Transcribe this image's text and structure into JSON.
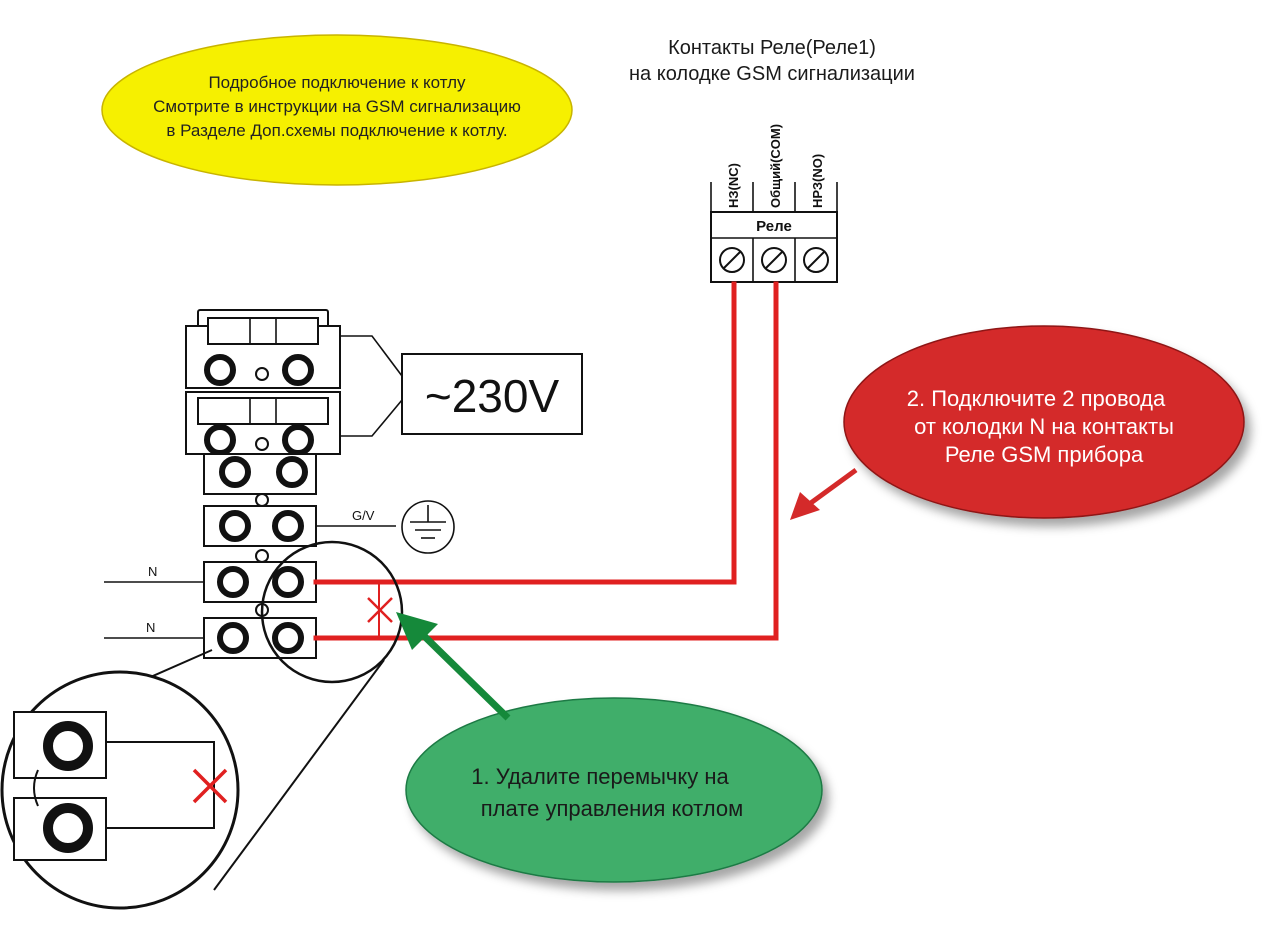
{
  "relay_caption": {
    "line1": "Контакты Реле(Реле1)",
    "line2": "на колодке GSM сигнализации"
  },
  "yellow_note": {
    "line1": "Подробное подключение к котлу",
    "line2": "Смотрите в инструкции на GSM сигнализацию",
    "line3": "в Разделе Доп.схемы подключение к котлу."
  },
  "relay_block": {
    "title": "Реле",
    "terminals": [
      "НЗ(NC)",
      "Общий(COM)",
      "НРЗ(NO)"
    ]
  },
  "power_label": "~230V",
  "ground_label": "G/V",
  "neutral_labels": [
    "N",
    "N"
  ],
  "red_bubble": {
    "line1": "2. Подключите 2 провода",
    "line2": "от колодки N на контакты",
    "line3": "Реле GSM прибора"
  },
  "green_bubble": {
    "line1": "1. Удалите перемычку на",
    "line2": "плате управления котлом"
  },
  "colors": {
    "wire": "#e02020",
    "yellow": "#f6f000",
    "red": "#d42a2a",
    "green": "#3fae6a",
    "arrow_green": "#15893a",
    "cross": "#e02020"
  }
}
